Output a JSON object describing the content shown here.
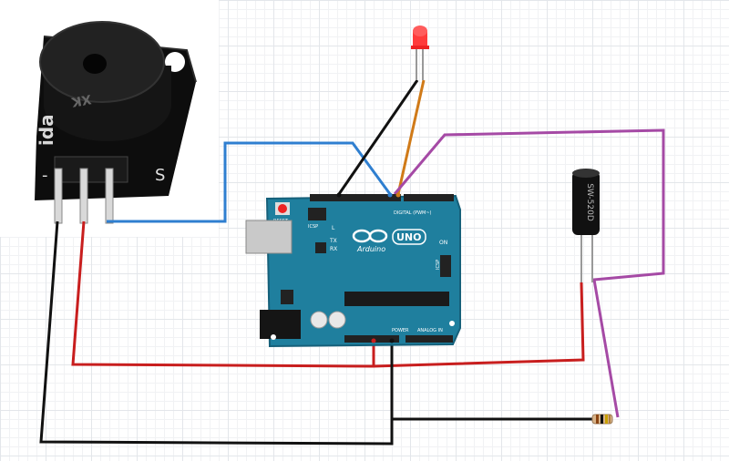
{
  "buzzer_module": {
    "marking_top": "XK",
    "marking_side": "ida",
    "pin_minus": "-",
    "pin_signal": "S"
  },
  "arduino": {
    "logo_text": "Arduino",
    "model": "UNO",
    "reset_label": "RESET",
    "icsp_label": "ICSP",
    "digital_label": "DIGITAL (PWM~)",
    "power_label": "POWER",
    "analog_label": "ANALOG IN",
    "on_label": "ON",
    "l_label": "L",
    "tx_label": "TX",
    "rx_label": "RX",
    "icsp2_label": "ICSP"
  },
  "tilt_sensor": {
    "marking": "SW-520D"
  },
  "colors": {
    "wire_blue": "#2f7fd0",
    "wire_red": "#c81e1e",
    "wire_black": "#111111",
    "wire_purple": "#a54aa5",
    "wire_orange": "#d07a18",
    "board": "#1f7f9e",
    "led": "#ff3a3a"
  }
}
